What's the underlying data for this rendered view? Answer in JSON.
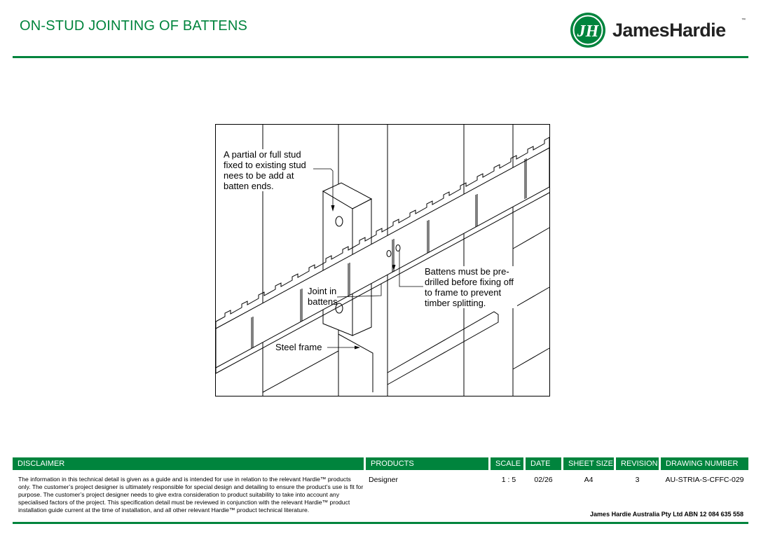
{
  "page_title": "ON-STUD JOINTING OF BATTENS",
  "brand": {
    "name": "JamesHardie",
    "tm": "™",
    "mark_letters": "JH",
    "color": "#00843d"
  },
  "drawing": {
    "labels": {
      "stud_note": "A partial or full stud fixed to existing stud nees to be add at batten ends.",
      "predrill_note": "Battens must be pre-drilled before fixing off to frame to prevent timber splitting.",
      "joint_note": "Joint in battens",
      "frame_note": "Steel frame"
    }
  },
  "title_block": {
    "headers": {
      "disclaimer": "DISCLAIMER",
      "products": "PRODUCTS",
      "scale": "SCALE",
      "date": "DATE",
      "sheet_size": "SHEET SIZE",
      "revision": "REVISION",
      "drawing_number": "DRAWING NUMBER"
    },
    "values": {
      "disclaimer": "The information in this technical detail is given as a guide and is intended for use in relation to the relevant Hardie™ products only. The customer’s project designer is ultimately responsible for special design and detailing to ensure the product’s use is fit for purpose. The customer’s project designer needs to give extra consideration to product suitability to take into account any specialised factors of the project. This specification detail must be reviewed in conjunction with the relevant Hardie™ product installation guide current at the time of installation, and all other relevant Hardie™ product technical literature.",
      "products": "Designer",
      "scale": "1 : 5",
      "date": "02/26",
      "sheet_size": "A4",
      "revision": "3",
      "drawing_number": "AU-STRIA-S-CFFC-029"
    },
    "company": "James Hardie Australia Pty Ltd ABN 12 084 635 558"
  }
}
